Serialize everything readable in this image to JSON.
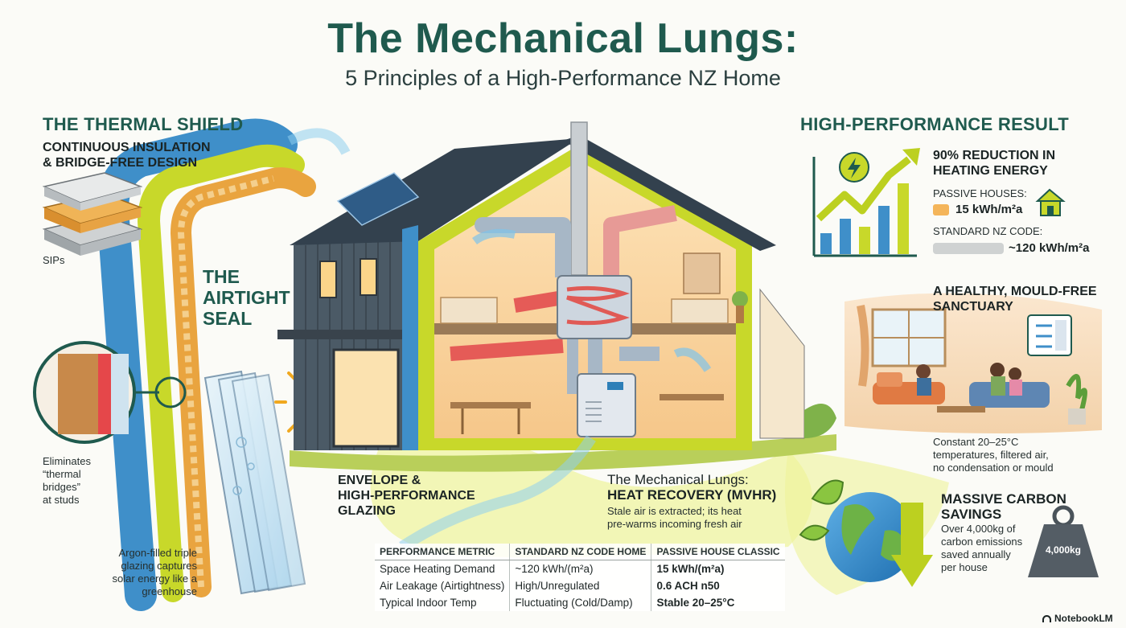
{
  "title": "The Mechanical Lungs:",
  "subtitle": "5 Principles of a High-Performance NZ Home",
  "thermal_shield": {
    "heading": "THE THERMAL SHIELD",
    "subheading_line1": "CONTINUOUS INSULATION",
    "subheading_line2": "& BRIDGE-FREE DESIGN",
    "sips_label": "SIPs",
    "bridges_line1": "Eliminates",
    "bridges_line2": "“thermal",
    "bridges_line3": "bridges”",
    "bridges_line4": "at studs"
  },
  "airtight": {
    "line1": "THE",
    "line2": "AIRTIGHT",
    "line3": "SEAL"
  },
  "glazing": {
    "heading_line1": "ENVELOPE &",
    "heading_line2": "HIGH-PERFORMANCE",
    "heading_line3": "GLAZING",
    "desc_line1": "Argon-filled triple",
    "desc_line2": "glazing captures",
    "desc_line3": "solar energy like a",
    "desc_line4": "greenhouse"
  },
  "mvhr": {
    "heading_line1": "The Mechanical Lungs:",
    "heading_line2": "HEAT RECOVERY (MVHR)",
    "desc_line1": "Stale air is extracted; its heat",
    "desc_line2": "pre-warms incoming fresh air"
  },
  "result": {
    "heading": "HIGH-PERFORMANCE RESULT",
    "reduction_line1": "90% REDUCTION IN",
    "reduction_line2": "HEATING ENERGY",
    "passive_label": "PASSIVE HOUSES:",
    "passive_value": "15 kWh/m²a",
    "standard_label": "STANDARD NZ CODE:",
    "standard_value": "~120 kWh/m²a",
    "healthy_line1": "A HEALTHY, MOULD-FREE",
    "healthy_line2": "SANCTUARY",
    "healthy_desc_line1": "Constant 20–25°C",
    "healthy_desc_line2": "temperatures, filtered air,",
    "healthy_desc_line3": "no condensation or mould",
    "carbon_line1": "MASSIVE CARBON",
    "carbon_line2": "SAVINGS",
    "carbon_desc_line1": "Over 4,000kg of",
    "carbon_desc_line2": "carbon emissions",
    "carbon_desc_line3": "saved annually",
    "carbon_desc_line4": "per house",
    "weight_badge": "4,000kg"
  },
  "table": {
    "headers": [
      "PERFORMANCE METRIC",
      "STANDARD NZ CODE HOME",
      "PASSIVE HOUSE CLASSIC"
    ],
    "rows": [
      [
        "Space Heating Demand",
        "~120 kWh/(m²a)",
        "15 kWh/(m²a)"
      ],
      [
        "Air Leakage (Airtightness)",
        "High/Unregulated",
        "0.6 ACH n50"
      ],
      [
        "Typical Indoor Temp",
        "Fluctuating (Cold/Damp)",
        "Stable 20–25°C"
      ]
    ]
  },
  "brand": "NotebookLM",
  "colors": {
    "title_green": "#1f5a4e",
    "shield_blue": "#3f8fc9",
    "shield_lime": "#c8d82a",
    "insulation_orange": "#e9a43f",
    "duct_red": "#d9534f",
    "duct_blue": "#5b9bd5"
  }
}
